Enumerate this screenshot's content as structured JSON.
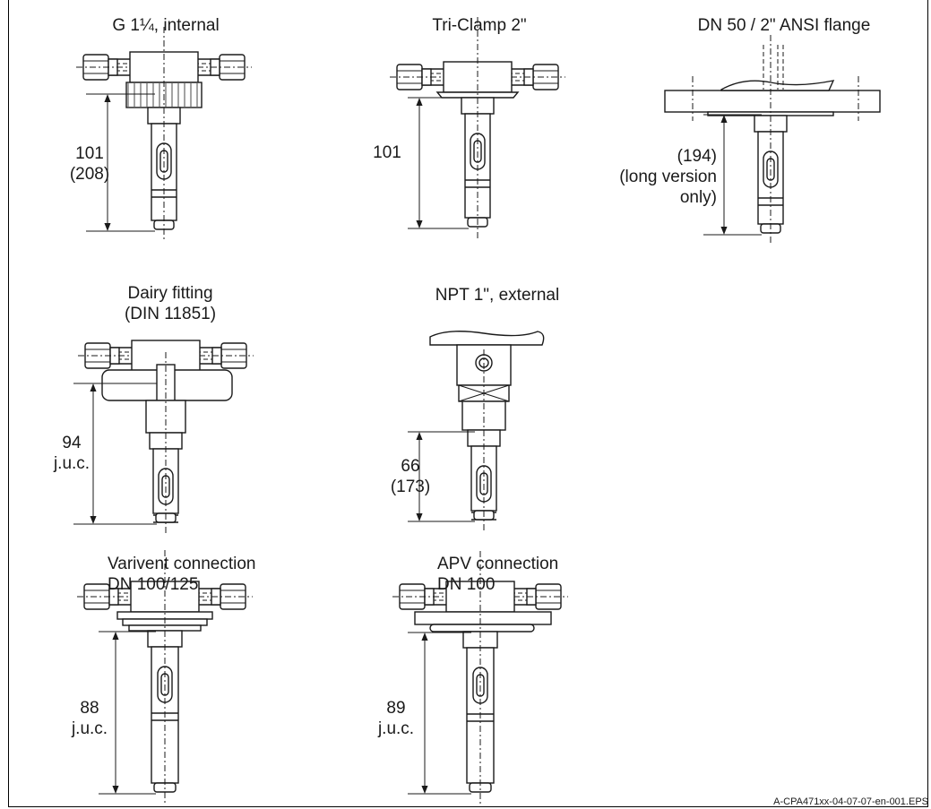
{
  "panels": {
    "g114": {
      "title": "G 1¼, internal",
      "dim": "101\n(208)"
    },
    "triclamp": {
      "title": "Tri-Clamp 2\"",
      "dim": "101"
    },
    "dn50": {
      "title": "DN 50 / 2\" ANSI flange",
      "dim": "(194)\n(long version\nonly)"
    },
    "dairy": {
      "title": "Dairy fitting\n(DIN 11851)",
      "dim": "94\nj.u.c."
    },
    "npt": {
      "title": "NPT 1\", external",
      "dim": "66\n(173)"
    },
    "varivent": {
      "title": "Varivent connection\nDN 100/125",
      "dim": "88\nj.u.c."
    },
    "apv": {
      "title": "APV connection\nDN 100",
      "dim": "89\nj.u.c."
    }
  },
  "file_id": "A-CPA471xx-04-07-07-en-001.EPS",
  "colors": {
    "line": "#1a1a1a",
    "background": "#ffffff"
  }
}
